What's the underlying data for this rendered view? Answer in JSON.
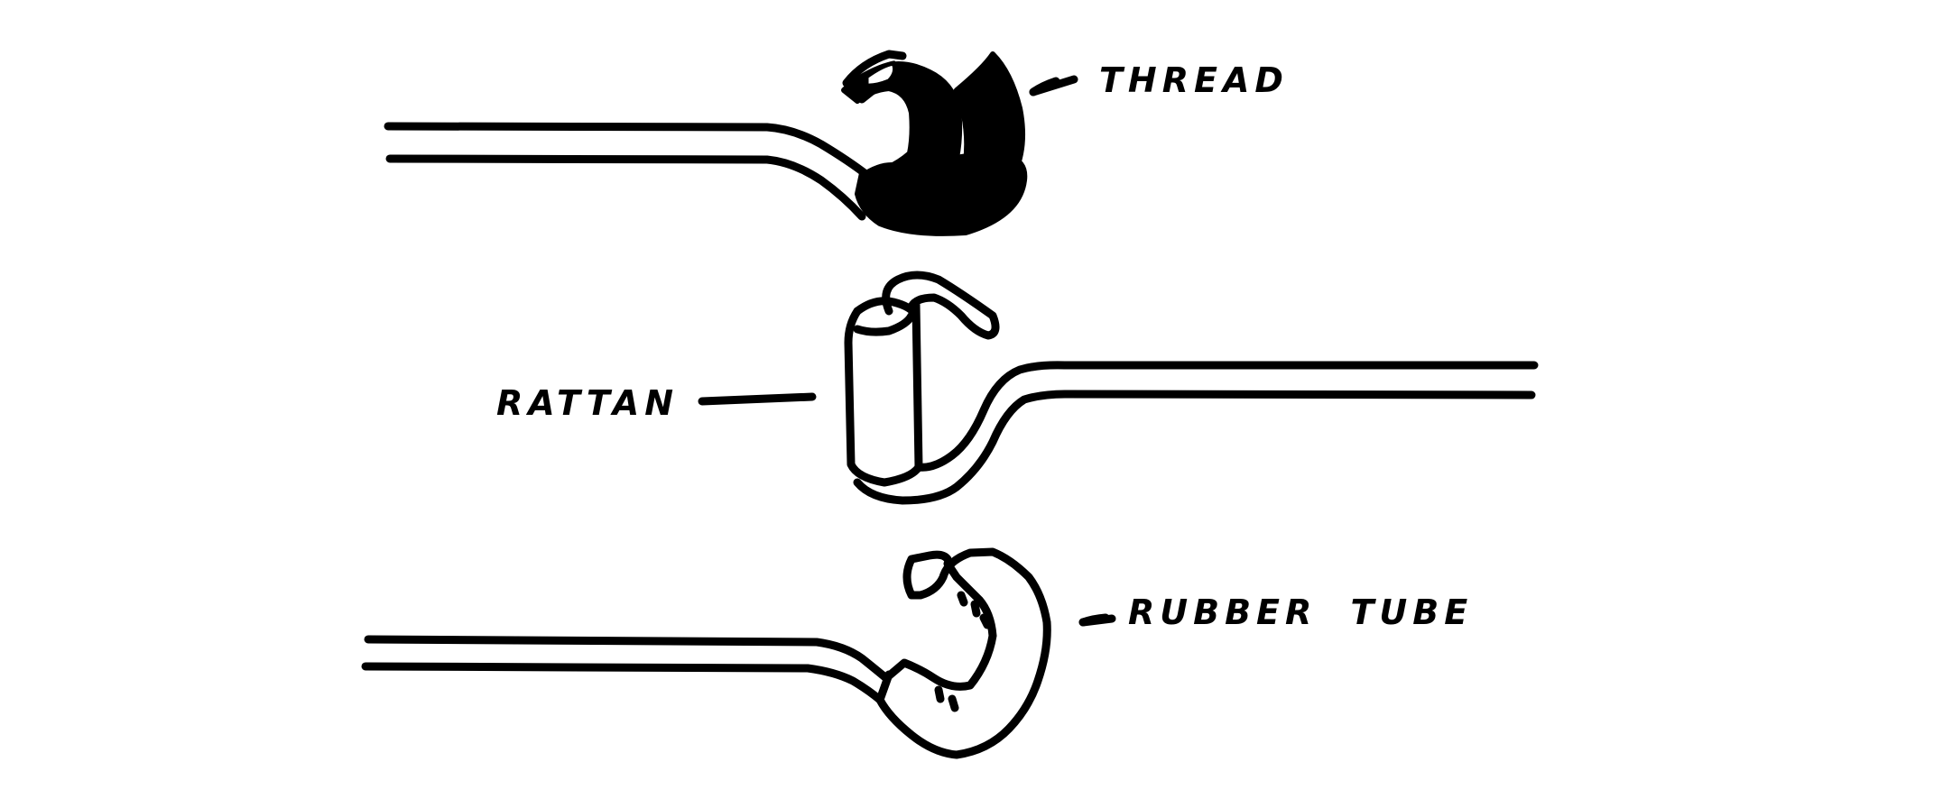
{
  "figure": {
    "background": "#ffffff",
    "ink_color": "#000000",
    "panels": [
      {
        "id": "thread",
        "label": "THREAD",
        "description": "Tube end bent into a hook, wrapped with thread"
      },
      {
        "id": "rattan",
        "label": "RATTAN",
        "description": "Tube end bent around a rattan cylinder"
      },
      {
        "id": "rubber-tube",
        "label": "RUBBER TUBE",
        "description": "Tube end bent into a hook covered with rubber tubing"
      }
    ]
  }
}
